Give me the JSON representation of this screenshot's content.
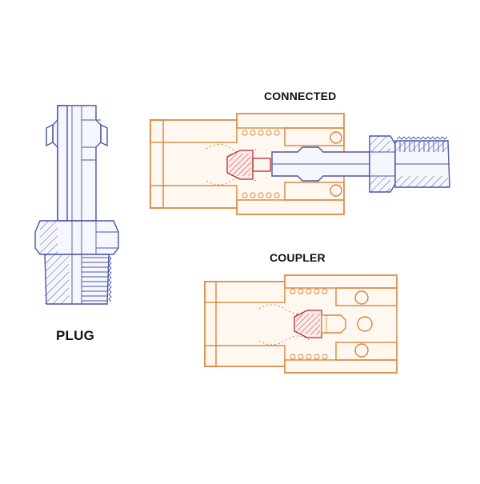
{
  "labels": {
    "plug": "PLUG",
    "connected": "CONNECTED",
    "coupler": "COUPLER"
  },
  "colors": {
    "plug": "#4a56a6",
    "coupler": "#d9843a",
    "valve": "#b72a2a",
    "background": "#ffffff"
  }
}
